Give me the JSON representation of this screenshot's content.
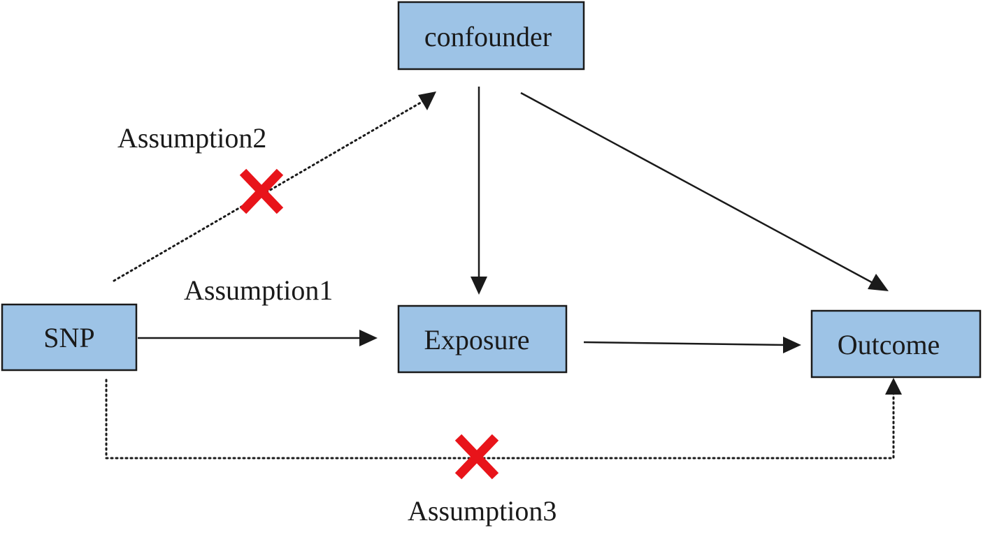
{
  "nodes": {
    "confounder": "confounder",
    "snp": "SNP",
    "exposure": "Exposure",
    "outcome": "Outcome"
  },
  "labels": {
    "assumption1": "Assumption1",
    "assumption2": "Assumption2",
    "assumption3": "Assumption3"
  },
  "edges": [
    {
      "from": "SNP",
      "to": "Exposure",
      "style": "solid"
    },
    {
      "from": "Exposure",
      "to": "Outcome",
      "style": "solid"
    },
    {
      "from": "confounder",
      "to": "Exposure",
      "style": "solid"
    },
    {
      "from": "confounder",
      "to": "Outcome",
      "style": "solid"
    },
    {
      "from": "SNP",
      "to": "confounder",
      "style": "dotted",
      "crossed": true
    },
    {
      "from": "SNP",
      "to": "Outcome",
      "style": "dotted",
      "crossed": true
    }
  ],
  "colors": {
    "box_fill": "#9dc3e6",
    "stroke": "#1a1a1a",
    "cross": "#e8141a"
  }
}
